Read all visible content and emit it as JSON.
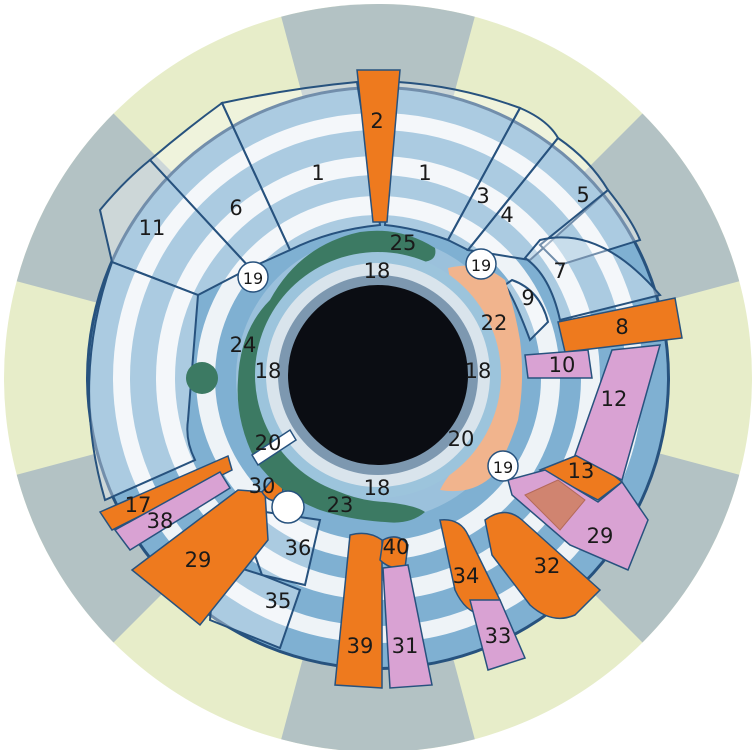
{
  "colors": {
    "background": "#ffffff",
    "ring_light": "#e7edc9",
    "ring_dark": "#b3c2c4",
    "iris_blue": "#7fb0d2",
    "iris_light": "#eef3f7",
    "outline": "#27527e",
    "orange": "#ee7a1e",
    "pink": "#d9a2d3",
    "green": "#3c7a63",
    "peach": "#f1b48d",
    "pupil": "#0b0d13",
    "marker": "#ffffff"
  },
  "labels": {
    "z1a": "1",
    "z1b": "1",
    "z2": "2",
    "z3": "3",
    "z4": "4",
    "z5": "5",
    "z6": "6",
    "z7": "7",
    "z8": "8",
    "z9": "9",
    "z10": "10",
    "z11": "11",
    "z12": "12",
    "z13": "13",
    "z17": "17",
    "z18top": "18",
    "z18left": "18",
    "z18right": "18",
    "z18bottom": "18",
    "z19a": "19",
    "z19b": "19",
    "z19c": "19",
    "z20a": "20",
    "z20b": "20",
    "z22": "22",
    "z23": "23",
    "z24": "24",
    "z25": "25",
    "z29a": "29",
    "z29b": "29",
    "z30": "30",
    "z31": "31",
    "z32": "32",
    "z33": "33",
    "z34": "34",
    "z35": "35",
    "z36": "36",
    "z38": "38",
    "z39": "39",
    "z40": "40"
  }
}
